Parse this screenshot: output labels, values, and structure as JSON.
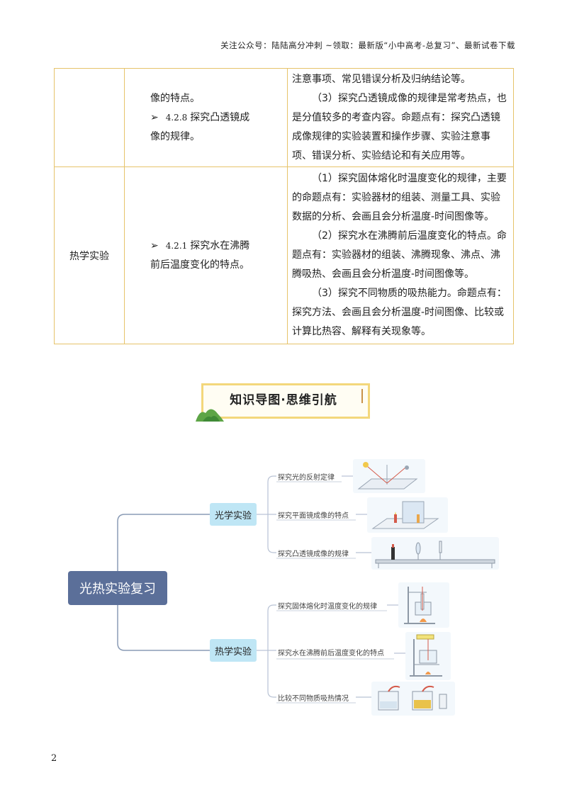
{
  "header": {
    "text": "关注公众号：陆陆高分冲刺 ~领取：最新版“小中高考-总复习”、最新试卷下载"
  },
  "table": {
    "row1": {
      "col_a": "",
      "col_b_lines": [
        "像的特点。"
      ],
      "col_b_item": {
        "bullet": "➢",
        "code": "4.2.8",
        "text": "探究凸透镜成",
        "text2": "像的规律。"
      },
      "col_c_lines": [
        "注意事项、常见错误分析及归纳结论等。",
        "（3）探究凸透镜成像的规律是常考热点，也是分值较多的考查内容。命题点有：探究凸透镜成像规律的实验装置和操作步骤、实验注意事项、错误分析、实验结论和有关应用等。"
      ]
    },
    "row2": {
      "col_a": "热学实验",
      "col_b_item": {
        "bullet": "➢",
        "code": "4.2.1",
        "text": "探究水在沸腾",
        "text2": "前后温度变化的特点。"
      },
      "col_c_paras": [
        "（1）探究固体熔化时温度变化的规律，主要的命题点有：实验器材的组装、测量工具、实验数据的分析、会画且会分析温度-时间图像等。",
        "（2）探究水在沸腾前后温度变化的特点。命题点有：实验器材的组装、沸腾现象、沸点、沸腾吸热、会画且会分析温度-时间图像等。",
        "（3）探究不同物质的吸热能力。命题点有：探究方法、会画且会分析温度-时间图像、比较或计算比热容、解释有关现象等。"
      ]
    }
  },
  "banner": {
    "title": "知识导图·思维引航"
  },
  "mindmap": {
    "root": "光热实验复习",
    "branches": [
      {
        "label": "光学实验",
        "leaves": [
          "探究光的反射定律",
          "探究平面镜成像的特点",
          "探究凸透镜成像的规律"
        ]
      },
      {
        "label": "热学实验",
        "leaves": [
          "探究固体熔化时温度变化的规律",
          "探究水在沸腾前后温度变化的特点",
          "比较不同物质吸热情况"
        ]
      }
    ]
  },
  "page_number": "2"
}
